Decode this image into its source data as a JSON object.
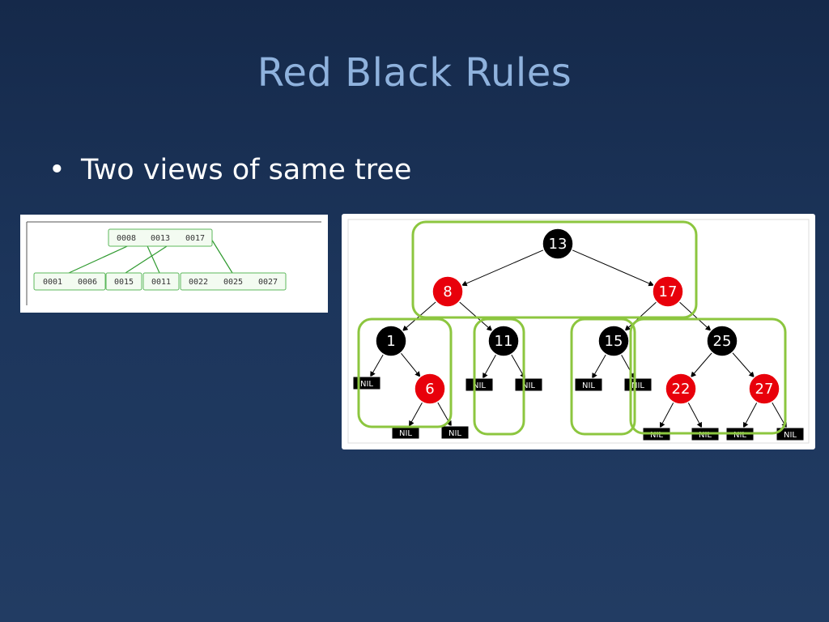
{
  "slide": {
    "title": "Red Black Rules",
    "bullets": [
      {
        "symbol": "•",
        "text": "Two views of same tree"
      }
    ]
  },
  "btree": {
    "root": {
      "keys": [
        "0008",
        "0013",
        "0017"
      ]
    },
    "leaves": [
      {
        "keys": [
          "0001",
          "0006"
        ]
      },
      {
        "keys": [
          "0015"
        ]
      },
      {
        "keys": [
          "0011"
        ]
      },
      {
        "keys": [
          "0022",
          "0025",
          "0027"
        ]
      }
    ],
    "colors": {
      "border": "#5cb85c",
      "fill": "#f3fbf1",
      "link": "#2f9a2f"
    }
  },
  "rbtree": {
    "nodes": [
      {
        "id": "n13",
        "label": "13",
        "color": "black"
      },
      {
        "id": "n8",
        "label": "8",
        "color": "red"
      },
      {
        "id": "n17",
        "label": "17",
        "color": "red"
      },
      {
        "id": "n1",
        "label": "1",
        "color": "black"
      },
      {
        "id": "n11",
        "label": "11",
        "color": "black"
      },
      {
        "id": "n15",
        "label": "15",
        "color": "black"
      },
      {
        "id": "n25",
        "label": "25",
        "color": "black"
      },
      {
        "id": "n6",
        "label": "6",
        "color": "red"
      },
      {
        "id": "n22",
        "label": "22",
        "color": "red"
      },
      {
        "id": "n27",
        "label": "27",
        "color": "red"
      }
    ],
    "edges": [
      [
        "n13",
        "n8"
      ],
      [
        "n13",
        "n17"
      ],
      [
        "n8",
        "n1"
      ],
      [
        "n8",
        "n11"
      ],
      [
        "n17",
        "n15"
      ],
      [
        "n17",
        "n25"
      ],
      [
        "n1",
        "nil-1"
      ],
      [
        "n1",
        "n6"
      ],
      [
        "n6",
        "nil-6a"
      ],
      [
        "n6",
        "nil-6b"
      ],
      [
        "n11",
        "nil-11a"
      ],
      [
        "n11",
        "nil-11b"
      ],
      [
        "n15",
        "nil-15a"
      ],
      [
        "n15",
        "nil-15b"
      ],
      [
        "n25",
        "n22"
      ],
      [
        "n25",
        "n27"
      ],
      [
        "n22",
        "nil-22a"
      ],
      [
        "n22",
        "nil-22b"
      ],
      [
        "n27",
        "nil-27a"
      ],
      [
        "n27",
        "nil-27b"
      ]
    ],
    "nil_label": "NIL",
    "nil_ids": [
      "nil-1",
      "nil-6a",
      "nil-6b",
      "nil-11a",
      "nil-11b",
      "nil-15a",
      "nil-15b",
      "nil-22a",
      "nil-22b",
      "nil-27a",
      "nil-27b"
    ],
    "groups": [
      [
        "n13",
        "n8",
        "n17"
      ],
      [
        "n1",
        "n6"
      ],
      [
        "n11"
      ],
      [
        "n15"
      ],
      [
        "n25",
        "n22",
        "n27"
      ]
    ],
    "colors": {
      "red": "#e8000b",
      "black": "#000000",
      "group_border": "#8cc63f",
      "edge": "#000000"
    }
  }
}
